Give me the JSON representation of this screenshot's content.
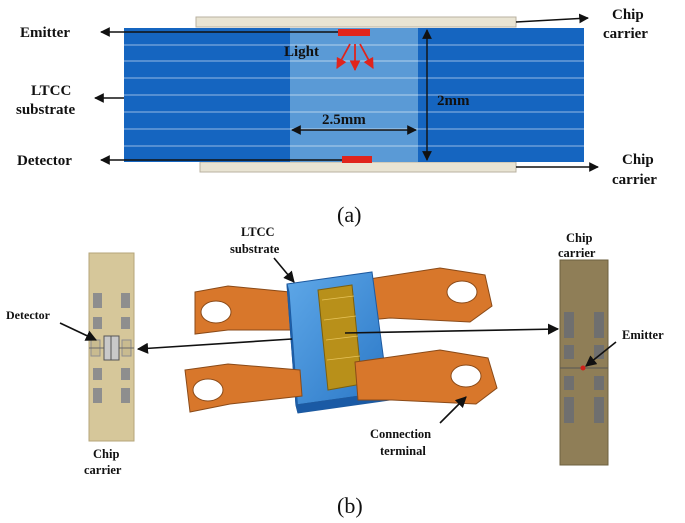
{
  "panel_a": {
    "caption": "(a)",
    "labels": {
      "emitter": "Emitter",
      "ltcc_line1": "LTCC",
      "ltcc_line2": "substrate",
      "detector": "Detector",
      "chip_top_line1": "Chip",
      "chip_top_line2": "carrier",
      "chip_bottom_line1": "Chip",
      "chip_bottom_line2": "carrier",
      "light": "Light",
      "width": "2.5mm",
      "height": "2mm"
    }
  },
  "panel_b": {
    "caption": "(b)",
    "labels": {
      "ltcc_line1": "LTCC",
      "ltcc_line2": "substrate",
      "detector": "Detector",
      "chip_left_line1": "Chip",
      "chip_left_line2": "carrier",
      "chip_right_line1": "Chip",
      "chip_right_line2": "carrier",
      "emitter": "Emitter",
      "terminal_line1": "Connection",
      "terminal_line2": "terminal"
    }
  },
  "colors": {
    "substrate_blue": "#1565c0",
    "window_blue": "#5a9ad6",
    "emitter_red": "#e0241c",
    "terminal_copper": "#d8772b",
    "gold_strip": "#b8901a",
    "chip_left": "#d6c79a",
    "chip_right": "#8f7e57"
  }
}
